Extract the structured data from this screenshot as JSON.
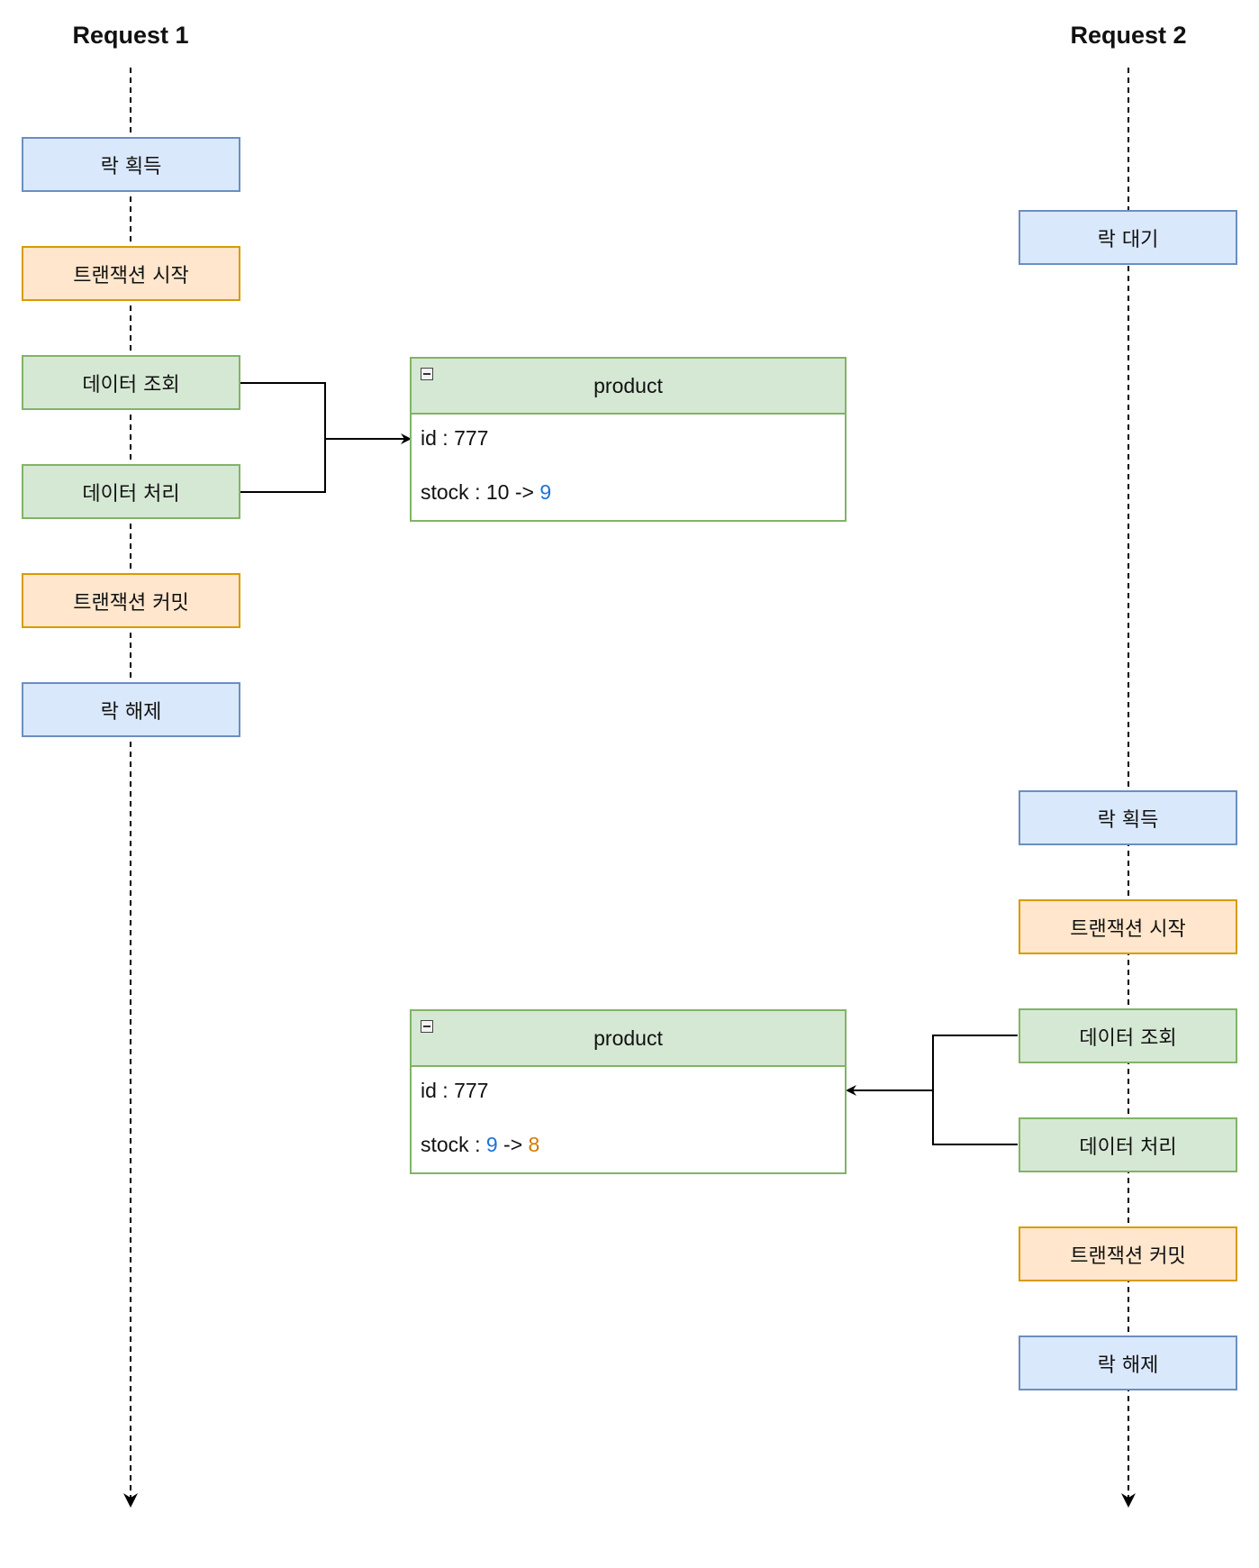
{
  "lanes": [
    {
      "title": "Request 1"
    },
    {
      "title": "Request 2"
    }
  ],
  "request1": {
    "steps": [
      "락 획득",
      "트랜잭션 시작",
      "데이터 조회",
      "데이터 처리",
      "트랜잭션 커밋",
      "락 해제"
    ]
  },
  "request2": {
    "steps": [
      "락 대기",
      "락 획득",
      "트랜잭션 시작",
      "데이터 조회",
      "데이터 처리",
      "트랜잭션 커밋",
      "락 해제"
    ]
  },
  "entities": [
    {
      "name": "product",
      "id_label": "id : 777",
      "stock_prefix": "stock : 10 -> ",
      "stock_new": "9"
    },
    {
      "name": "product",
      "id_label": "id : 777",
      "stock_prefix": "stock : ",
      "stock_old": "9",
      "stock_arrow": " -> ",
      "stock_new": "8"
    }
  ],
  "colors": {
    "lock_fill": "#dae8fc",
    "transaction_fill": "#ffe6cc",
    "data_fill": "#d5e8d4",
    "old_value": "#1a73d9",
    "new_value": "#d17a00"
  }
}
